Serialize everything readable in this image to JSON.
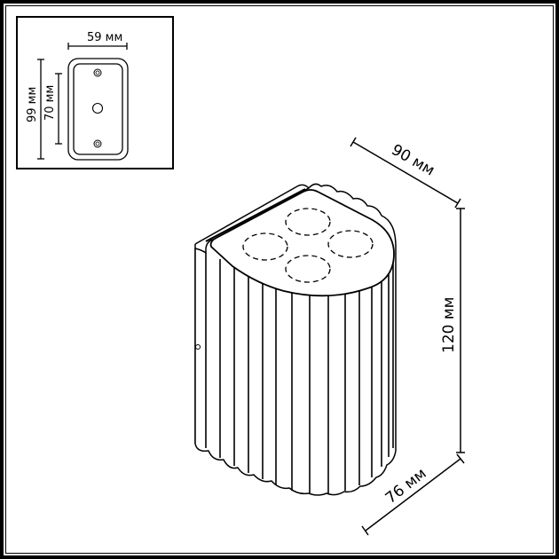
{
  "title": "Wall light dimensional drawing",
  "colors": {
    "line": "#000000",
    "background": "#ffffff"
  },
  "inset": {
    "label": "mounting plate",
    "width_label": "59 мм",
    "height_outer_label": "99 мм",
    "height_inner_label": "70 мм"
  },
  "dimensions": {
    "depth_label": "90 мм",
    "height_label": "120 мм",
    "width_label": "76 мм"
  },
  "fixture": {
    "led_count": 4,
    "flute_count": 16
  }
}
